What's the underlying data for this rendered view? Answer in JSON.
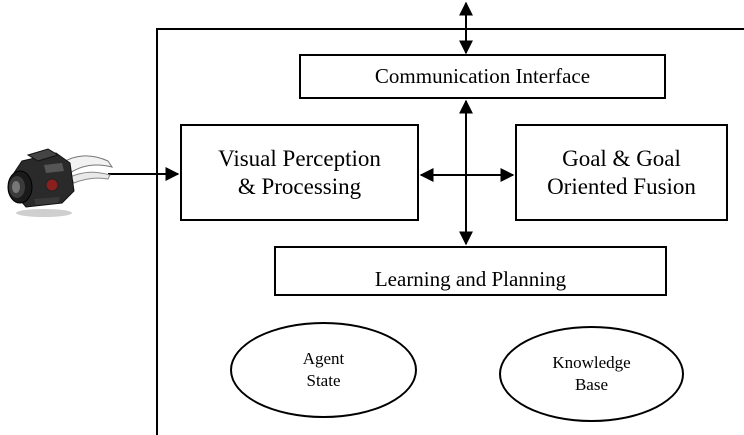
{
  "diagram": {
    "boxes": {
      "communication_interface": "Communication Interface",
      "visual_perception": [
        "Visual Perception",
        "& Processing"
      ],
      "goal_fusion": [
        "Goal & Goal",
        "Oriented Fusion"
      ],
      "learning_planning": "Learning and Planning"
    },
    "ellipses": {
      "agent_state": [
        "Agent",
        "State"
      ],
      "knowledge_base": [
        "Knowledge",
        "Base"
      ]
    },
    "icons": {
      "camera": "camera-icon"
    },
    "colors": {
      "line": "#000000",
      "background": "#ffffff"
    }
  }
}
